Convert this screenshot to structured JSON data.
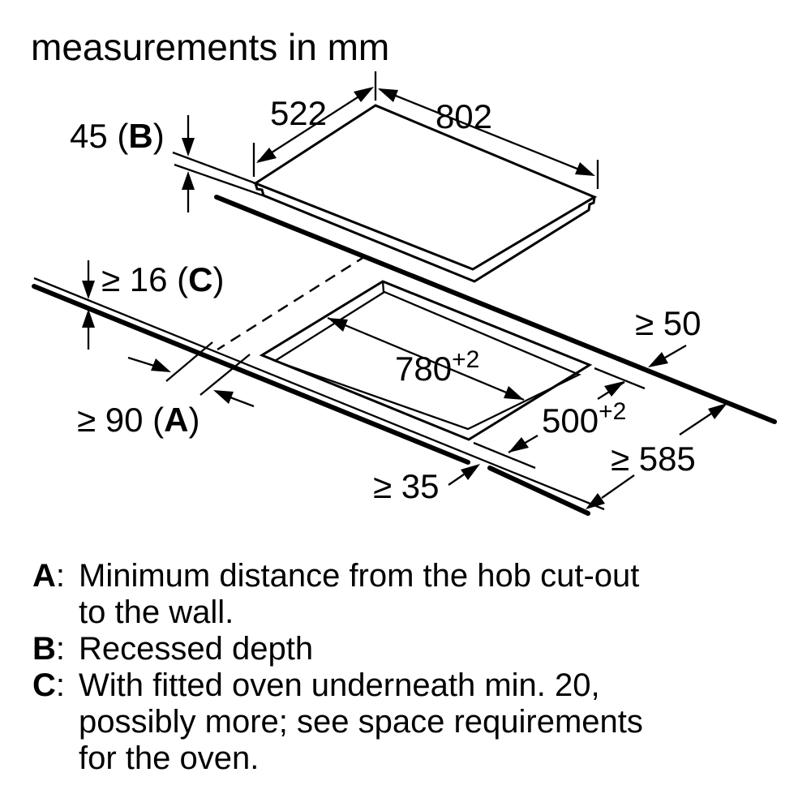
{
  "title": "measurements in mm",
  "dimensions": {
    "width_top": "522",
    "depth_top": "802",
    "recess": {
      "pre": "45 (",
      "key": "B",
      "post": ")"
    },
    "thickness": {
      "pre": "≥ 16 (",
      "key": "C",
      "post": ")"
    },
    "side_clearance": {
      "pre": "≥ 90 (",
      "key": "A",
      "post": ")"
    },
    "cutout_length": {
      "value": "780",
      "tolerance": "+2"
    },
    "cutout_width": {
      "value": "500",
      "tolerance": "+2"
    },
    "rear_clearance": "≥ 50",
    "worktop_depth": "≥ 585",
    "front_clearance": "≥ 35"
  },
  "legend": {
    "sep": ":",
    "items": [
      {
        "key": "A",
        "lines": [
          "Minimum distance from the hob cut-out",
          "to the wall."
        ]
      },
      {
        "key": "B",
        "lines": [
          "Recessed depth"
        ]
      },
      {
        "key": "C",
        "lines": [
          "With fitted oven underneath min. 20,",
          "possibly more; see space requirements",
          "for the oven."
        ]
      }
    ]
  },
  "colors": {
    "ink": "#000000",
    "background": "#ffffff"
  }
}
